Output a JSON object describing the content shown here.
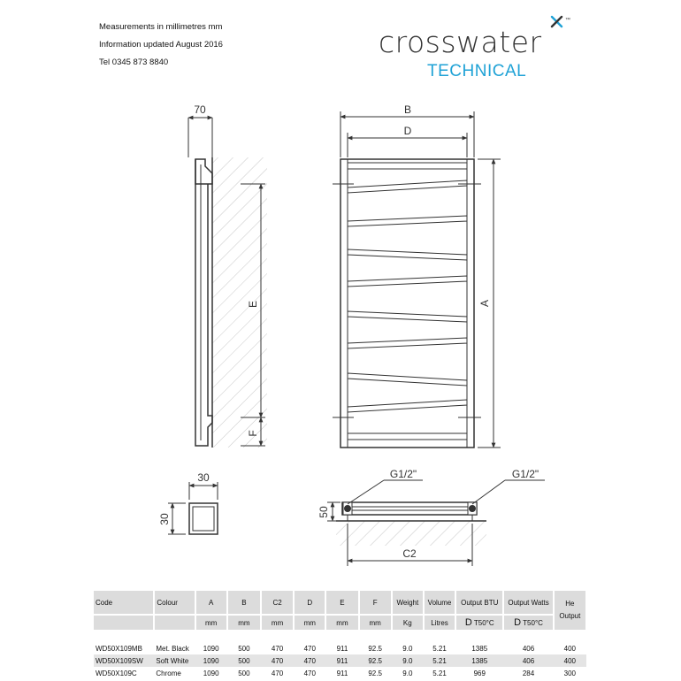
{
  "info": {
    "measurements": "Measurements in millimetres mm",
    "updated": "Information updated August 2016",
    "tel": "Tel  0345 873 8840"
  },
  "logo": {
    "word": "crosswater",
    "trademark": "™",
    "sub": "TECHNICAL",
    "accent": "#1fa2d6"
  },
  "dims": {
    "side_width": "70",
    "width_b": "B",
    "width_d": "D",
    "height_a": "A",
    "height_e": "E",
    "offset_f": "F",
    "tube_w": "30",
    "tube_h": "30",
    "connector_left": "G1/2\"",
    "connector_right": "G1/2\"",
    "wall_gap": "50",
    "centres": "C2"
  },
  "table": {
    "headers": [
      "Code",
      "Colour",
      "A",
      "B",
      "C2",
      "D",
      "E",
      "F",
      "Weight",
      "Volume",
      "Output BTU",
      "Output Watts",
      "He Output"
    ],
    "units": [
      "",
      "",
      "mm",
      "mm",
      "mm",
      "mm",
      "mm",
      "mm",
      "Kg",
      "Litres",
      "D",
      "D",
      ""
    ],
    "unit_sub": "T50°C",
    "rows": [
      [
        "WD50X109MB",
        "Met. Black",
        "1090",
        "500",
        "470",
        "470",
        "911",
        "92.5",
        "9.0",
        "5.21",
        "1385",
        "406",
        "400"
      ],
      [
        "WD50X109SW",
        "Soft White",
        "1090",
        "500",
        "470",
        "470",
        "911",
        "92.5",
        "9.0",
        "5.21",
        "1385",
        "406",
        "400"
      ],
      [
        "WD50X109C",
        "Chrome",
        "1090",
        "500",
        "470",
        "470",
        "911",
        "92.5",
        "9.0",
        "5.21",
        "969",
        "284",
        "300"
      ]
    ]
  }
}
